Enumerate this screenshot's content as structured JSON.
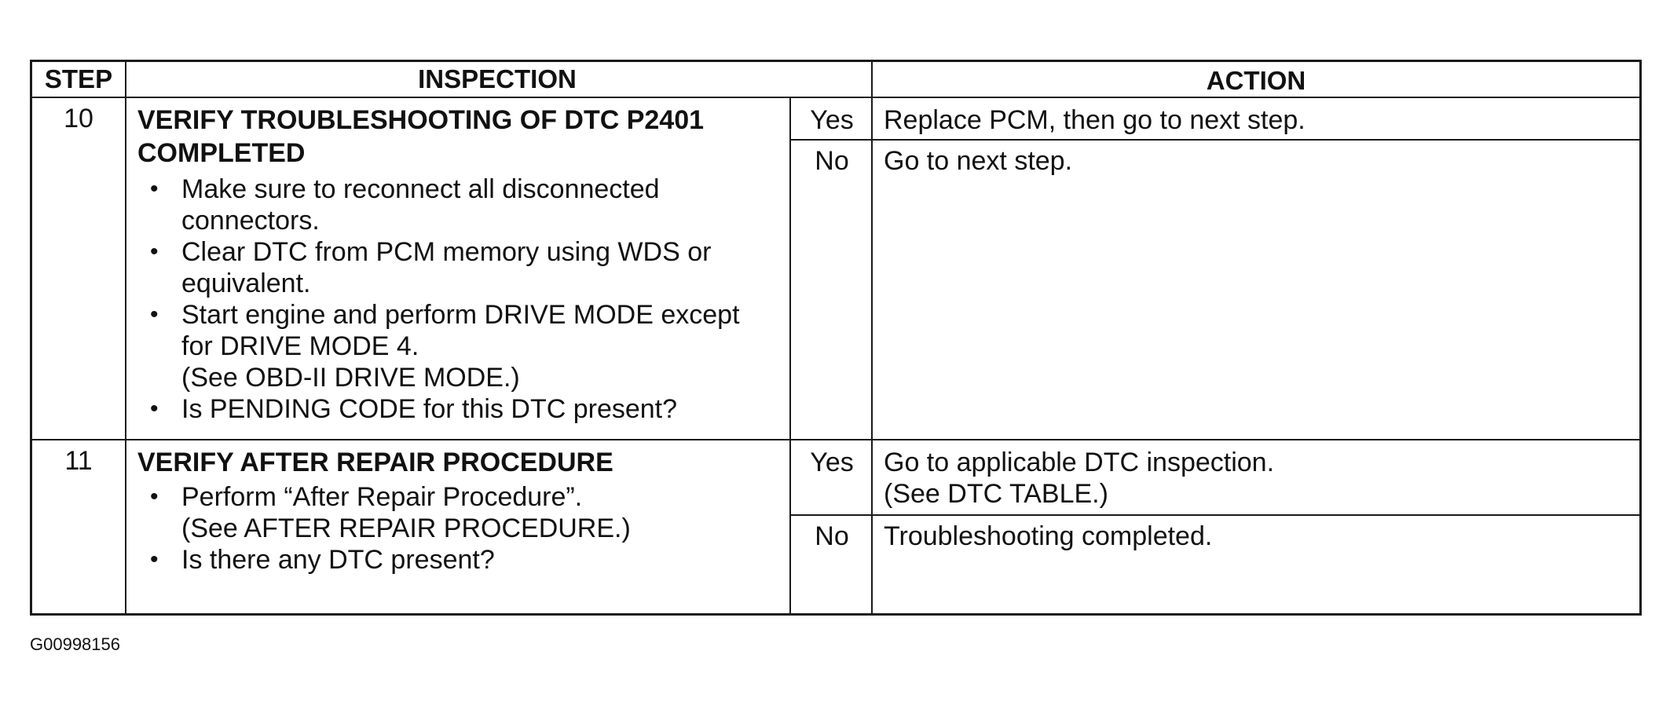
{
  "table": {
    "headers": {
      "step": "STEP",
      "inspection": "INSPECTION",
      "action": "ACTION"
    },
    "rows": [
      {
        "step": "10",
        "title_line1": "VERIFY TROUBLESHOOTING OF DTC P2401",
        "title_line2": "COMPLETED",
        "bullets": [
          "Make sure to reconnect all disconnected\nconnectors.",
          "Clear DTC from PCM memory using WDS or\nequivalent.",
          "Start engine and perform DRIVE MODE except\nfor DRIVE MODE 4.\n(See OBD-II DRIVE MODE.)",
          "Is PENDING CODE for this DTC present?"
        ],
        "yes_label": "Yes",
        "yes_action": "Replace PCM, then go to next step.",
        "no_label": "No",
        "no_action": "Go to next step."
      },
      {
        "step": "11",
        "title_line1": "VERIFY AFTER REPAIR PROCEDURE",
        "bullets": [
          "Perform “After Repair Procedure”.\n(See AFTER REPAIR PROCEDURE.)",
          "Is there any DTC present?"
        ],
        "yes_label": "Yes",
        "yes_action": "Go to applicable DTC inspection.\n(See DTC TABLE.)",
        "no_label": "No",
        "no_action": "Troubleshooting completed."
      }
    ]
  },
  "figure_id": "G00998156"
}
